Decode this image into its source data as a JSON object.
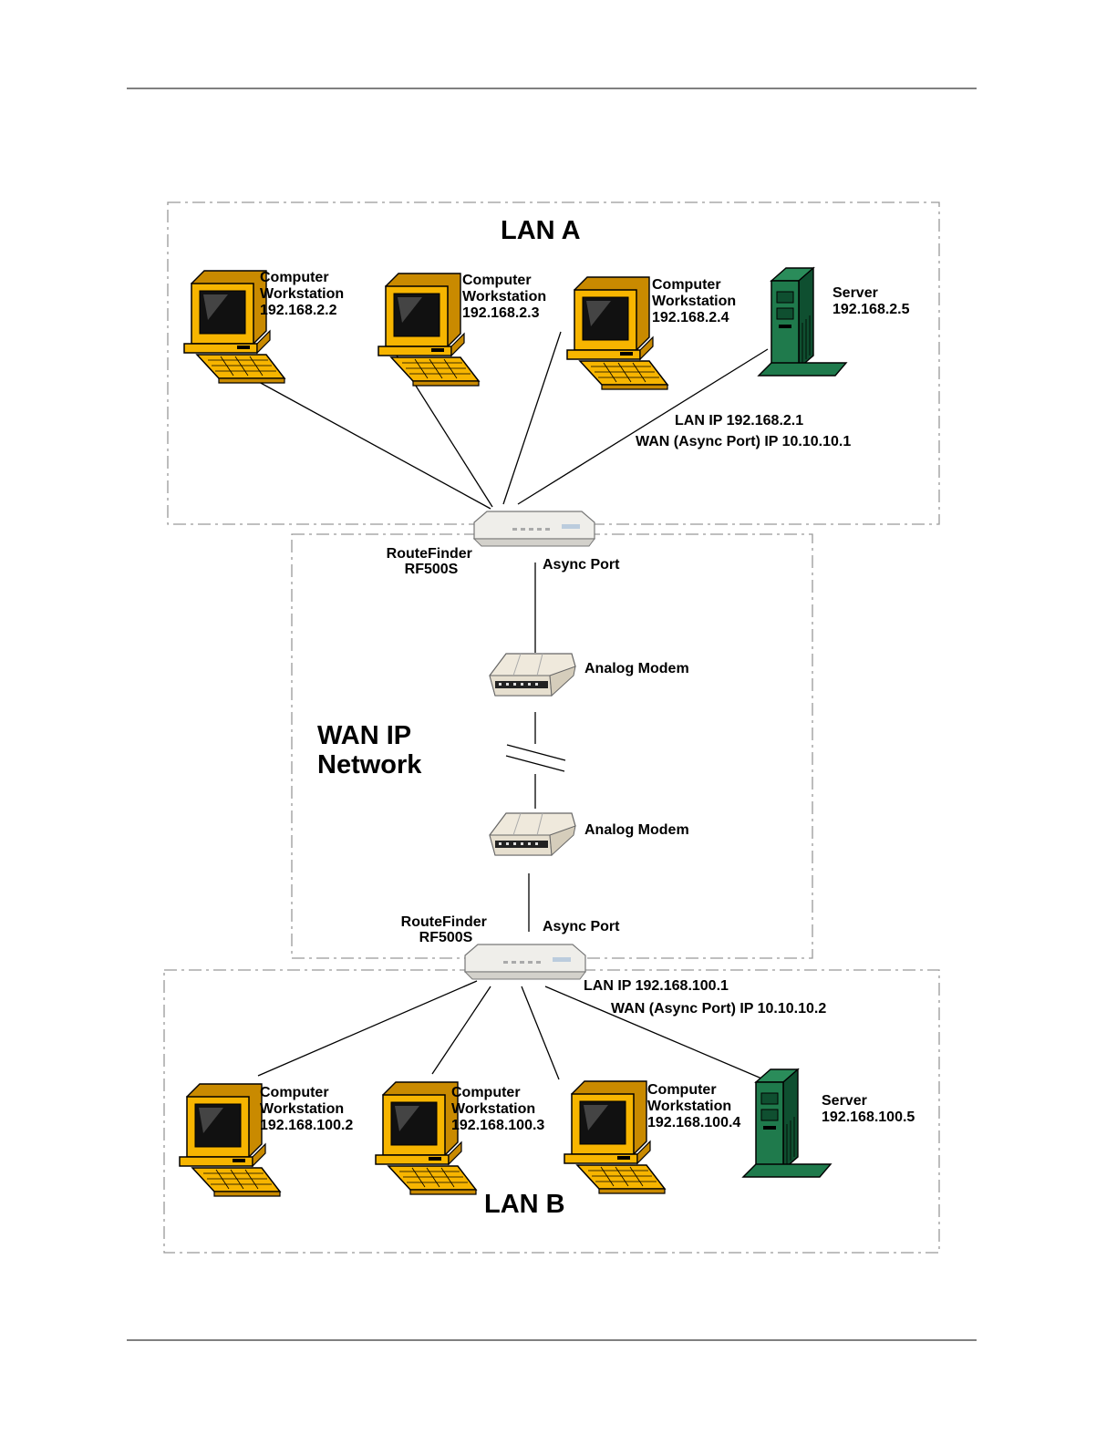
{
  "lan_a": {
    "title": "LAN A",
    "workstations": [
      {
        "line1": "Computer",
        "line2": "Workstation",
        "ip": "192.168.2.2"
      },
      {
        "line1": "Computer",
        "line2": "Workstation",
        "ip": "192.168.2.3"
      },
      {
        "line1": "Computer",
        "line2": "Workstation",
        "ip": "192.168.2.4"
      }
    ],
    "server": {
      "line1": "Server",
      "ip": "192.168.2.5"
    },
    "router": {
      "line1": "RouteFinder",
      "line2": "RF500S"
    },
    "lan_ip": "LAN IP 192.168.2.1",
    "wan_ip": "WAN (Async Port) IP 10.10.10.1",
    "async_port": "Async Port",
    "modem": "Analog Modem"
  },
  "wan": {
    "line1": "WAN IP",
    "line2": "Network"
  },
  "lan_b": {
    "title": "LAN B",
    "workstations": [
      {
        "line1": "Computer",
        "line2": "Workstation",
        "ip": "192.168.100.2"
      },
      {
        "line1": "Computer",
        "line2": "Workstation",
        "ip": "192.168.100.3"
      },
      {
        "line1": "Computer",
        "line2": "Workstation",
        "ip": "192.168.100.4"
      }
    ],
    "server": {
      "line1": "Server",
      "ip": "192.168.100.5"
    },
    "router": {
      "line1": "RouteFinder",
      "line2": "RF500S"
    },
    "lan_ip": "LAN IP 192.168.100.1",
    "wan_ip": "WAN (Async Port) IP 10.10.10.2",
    "async_port": "Async Port",
    "modem": "Analog Modem"
  },
  "colors": {
    "computer": "#f7b500",
    "computer_dark": "#c98a00",
    "server": "#1f7a4c",
    "server_dark": "#0f4f30",
    "device": "#efeeea"
  },
  "icons": {
    "workstation": "desktop-computer-icon",
    "server": "tower-server-icon",
    "router": "router-icon",
    "modem": "modem-icon"
  }
}
